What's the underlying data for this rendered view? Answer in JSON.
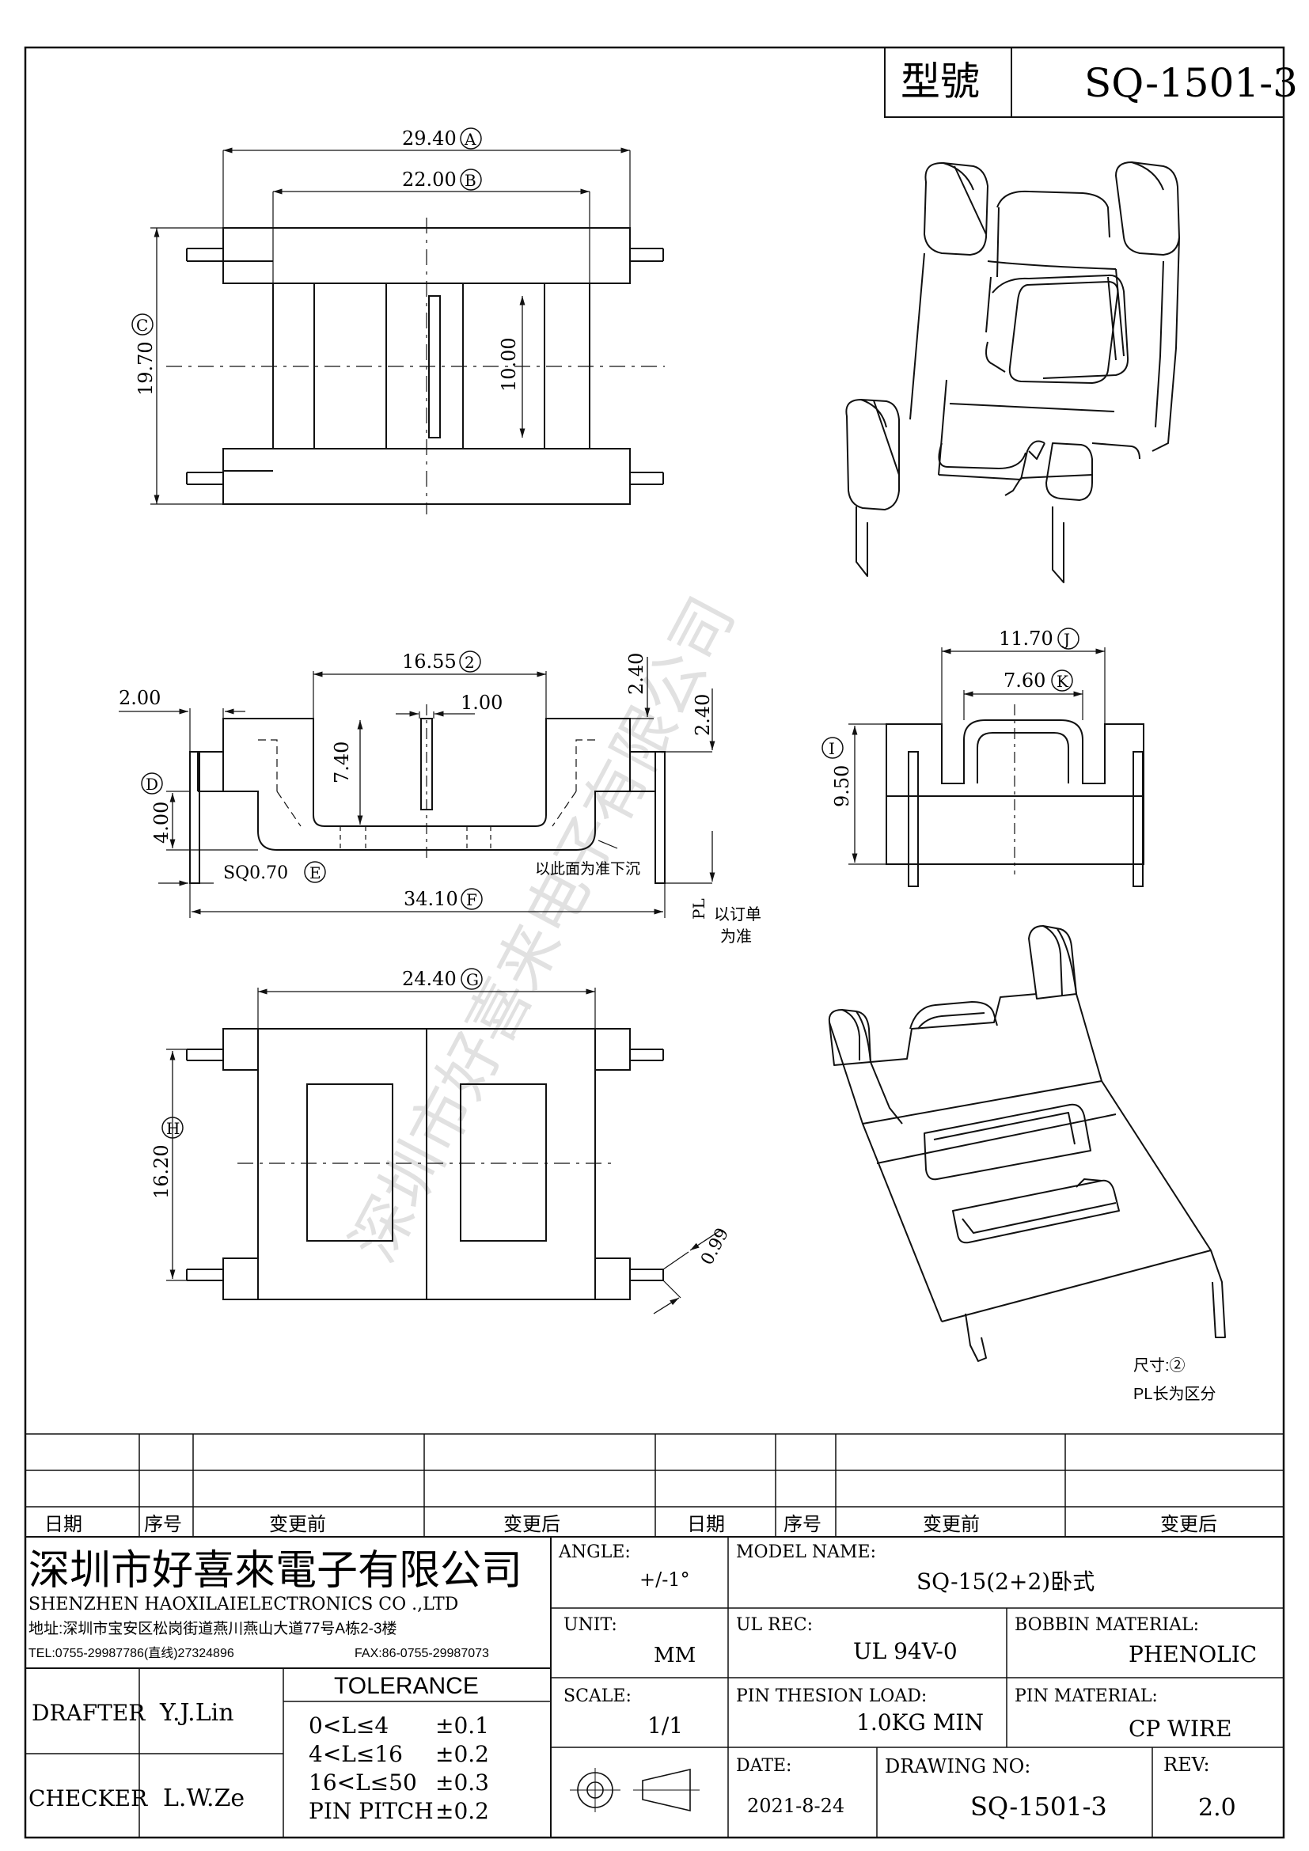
{
  "header": {
    "model_label": "型號",
    "model_value": "SQ-1501-3"
  },
  "dims": {
    "A": "29.40",
    "A_tag": "A",
    "B": "22.00",
    "B_tag": "B",
    "C": "19.70",
    "C_tag": "C",
    "inner": "10.00",
    "two": "16.55",
    "two_tag": "2",
    "d240a": "2.40",
    "d240b": "2.40",
    "d200": "2.00",
    "d100": "1.00",
    "d740": "7.40",
    "D_tag": "D",
    "d400": "4.00",
    "sq": "SQ0.70",
    "E_tag": "E",
    "F": "34.10",
    "F_tag": "F",
    "sink_note": "以此面为准下沉",
    "pl": "PL",
    "pl_note1": "以订单",
    "pl_note2": "为准",
    "J": "11.70",
    "J_tag": "J",
    "K": "7.60",
    "K_tag": "K",
    "I": "9.50",
    "I_tag": "I",
    "G": "24.40",
    "G_tag": "G",
    "H": "16.20",
    "H_tag": "H",
    "d099": "0.99"
  },
  "notes": {
    "line1": "尺寸:②",
    "line2": "PL长为区分"
  },
  "watermark": "深圳市好喜来电子有限公司",
  "revision": {
    "headers": [
      "日期",
      "序号",
      "变更前",
      "变更后",
      "日期",
      "序号",
      "变更前",
      "变更后"
    ]
  },
  "company": {
    "name": "深圳市好喜來電子有限公司",
    "english": "SHENZHEN HAOXILAIELECTRONICS CO .,LTD",
    "address": "地址:深圳市宝安区松岗街道燕川燕山大道77号A栋2-3楼",
    "tel": "TEL:0755-29987786(直线)27324896",
    "fax": "FAX:86-0755-29987073"
  },
  "title_block": {
    "angle_label": "ANGLE:",
    "angle_value": "+/-1°",
    "model_name_label": "MODEL NAME:",
    "model_name_value": "SQ-15(2+2)卧式",
    "unit_label": "UNIT:",
    "unit_value": "MM",
    "ul_label": "UL REC:",
    "ul_value": "UL 94V-0",
    "bobbin_label": "BOBBIN MATERIAL:",
    "bobbin_value": "PHENOLIC",
    "scale_label": "SCALE:",
    "scale_value": "1/1",
    "pin_load_label": "PIN THESION LOAD:",
    "pin_load_value": "1.0KG MIN",
    "pin_mat_label": "PIN MATERIAL:",
    "pin_mat_value": "CP  WIRE",
    "date_label": "DATE:",
    "date_value": "2021-8-24",
    "drawing_label": "DRAWING NO:",
    "drawing_value": "SQ-1501-3",
    "rev_label": "REV:",
    "rev_value": "2.0",
    "drafter_label": "DRAFTER",
    "drafter_value": "Y.J.Lin",
    "checker_label": "CHECKER",
    "checker_value": "L.W.Ze",
    "tolerance_label": "TOLERANCE",
    "tolerance_rows": [
      {
        "range": "0<L≤4",
        "value": "±0.1"
      },
      {
        "range": "4<L≤16",
        "value": "±0.2"
      },
      {
        "range": "16<L≤50",
        "value": "±0.3"
      },
      {
        "range": "PIN PITCH",
        "value": "±0.2"
      }
    ]
  }
}
